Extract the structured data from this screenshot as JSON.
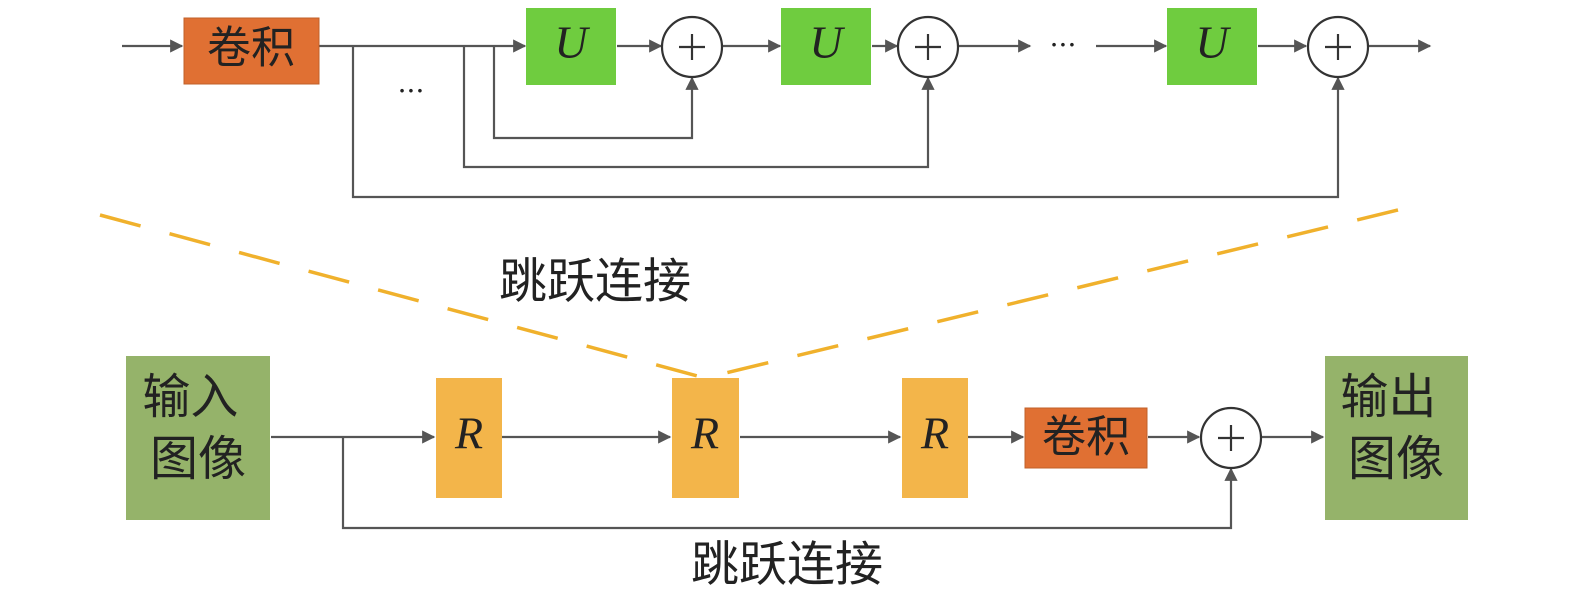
{
  "colors": {
    "conv_block": "#E07033",
    "unit_block": "#6FCC3F",
    "recursive_block": "#F3B54A",
    "image_block": "#95B36A",
    "dashed_guide": "#F0B12C",
    "connector": "#555555"
  },
  "top": {
    "conv_label": "卷积",
    "unit_label": "U",
    "ellipsis_mid": "···",
    "ellipsis_side": "···"
  },
  "bottom": {
    "input_label": "输入\n图像",
    "recursive_label": "R",
    "conv_label": "卷积",
    "output_label": "输出\n图像"
  },
  "skip_label_upper": "跳跃连接",
  "skip_label_lower": "跳跃连接"
}
